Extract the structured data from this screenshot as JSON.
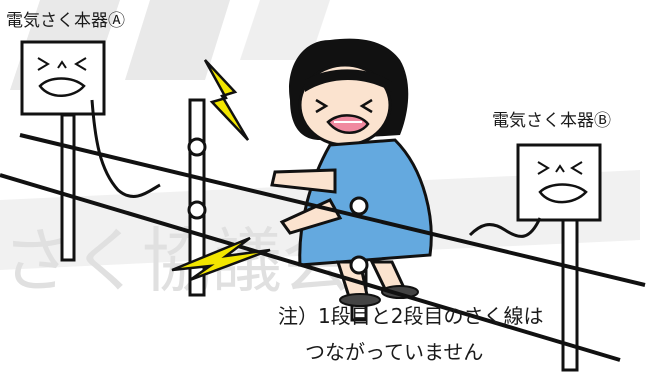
{
  "labels": {
    "device_a": "電気さく本器Ⓐ",
    "device_b": "電気さく本器Ⓑ"
  },
  "note": {
    "line1": "注）1段目と2段目のさく線は",
    "line2": "つながっていません"
  },
  "watermark": "さく協議会",
  "colors": {
    "outline": "#111111",
    "lightning": "#f2e600",
    "dress": "#64a9df",
    "skin": "#fbe3cf",
    "hair": "#111111",
    "mouth": "#f08aa0",
    "watermark": "#dedede"
  }
}
